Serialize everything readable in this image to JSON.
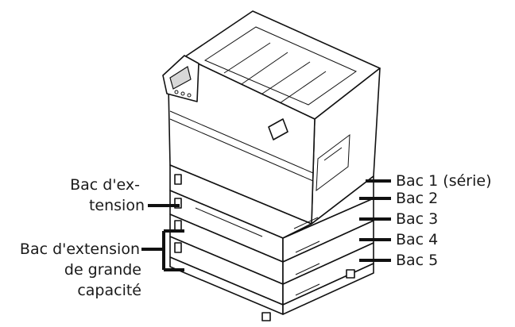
{
  "labels": {
    "left": {
      "expansion_line1": "Bac d'ex-",
      "expansion_line2": "tension",
      "hc_line1": "Bac d'extension",
      "hc_line2": "de grande",
      "hc_line3": "capacité"
    },
    "right": [
      "Bac 1 (série)",
      "Bac 2",
      "Bac 3",
      "Bac 4",
      "Bac 5"
    ]
  }
}
